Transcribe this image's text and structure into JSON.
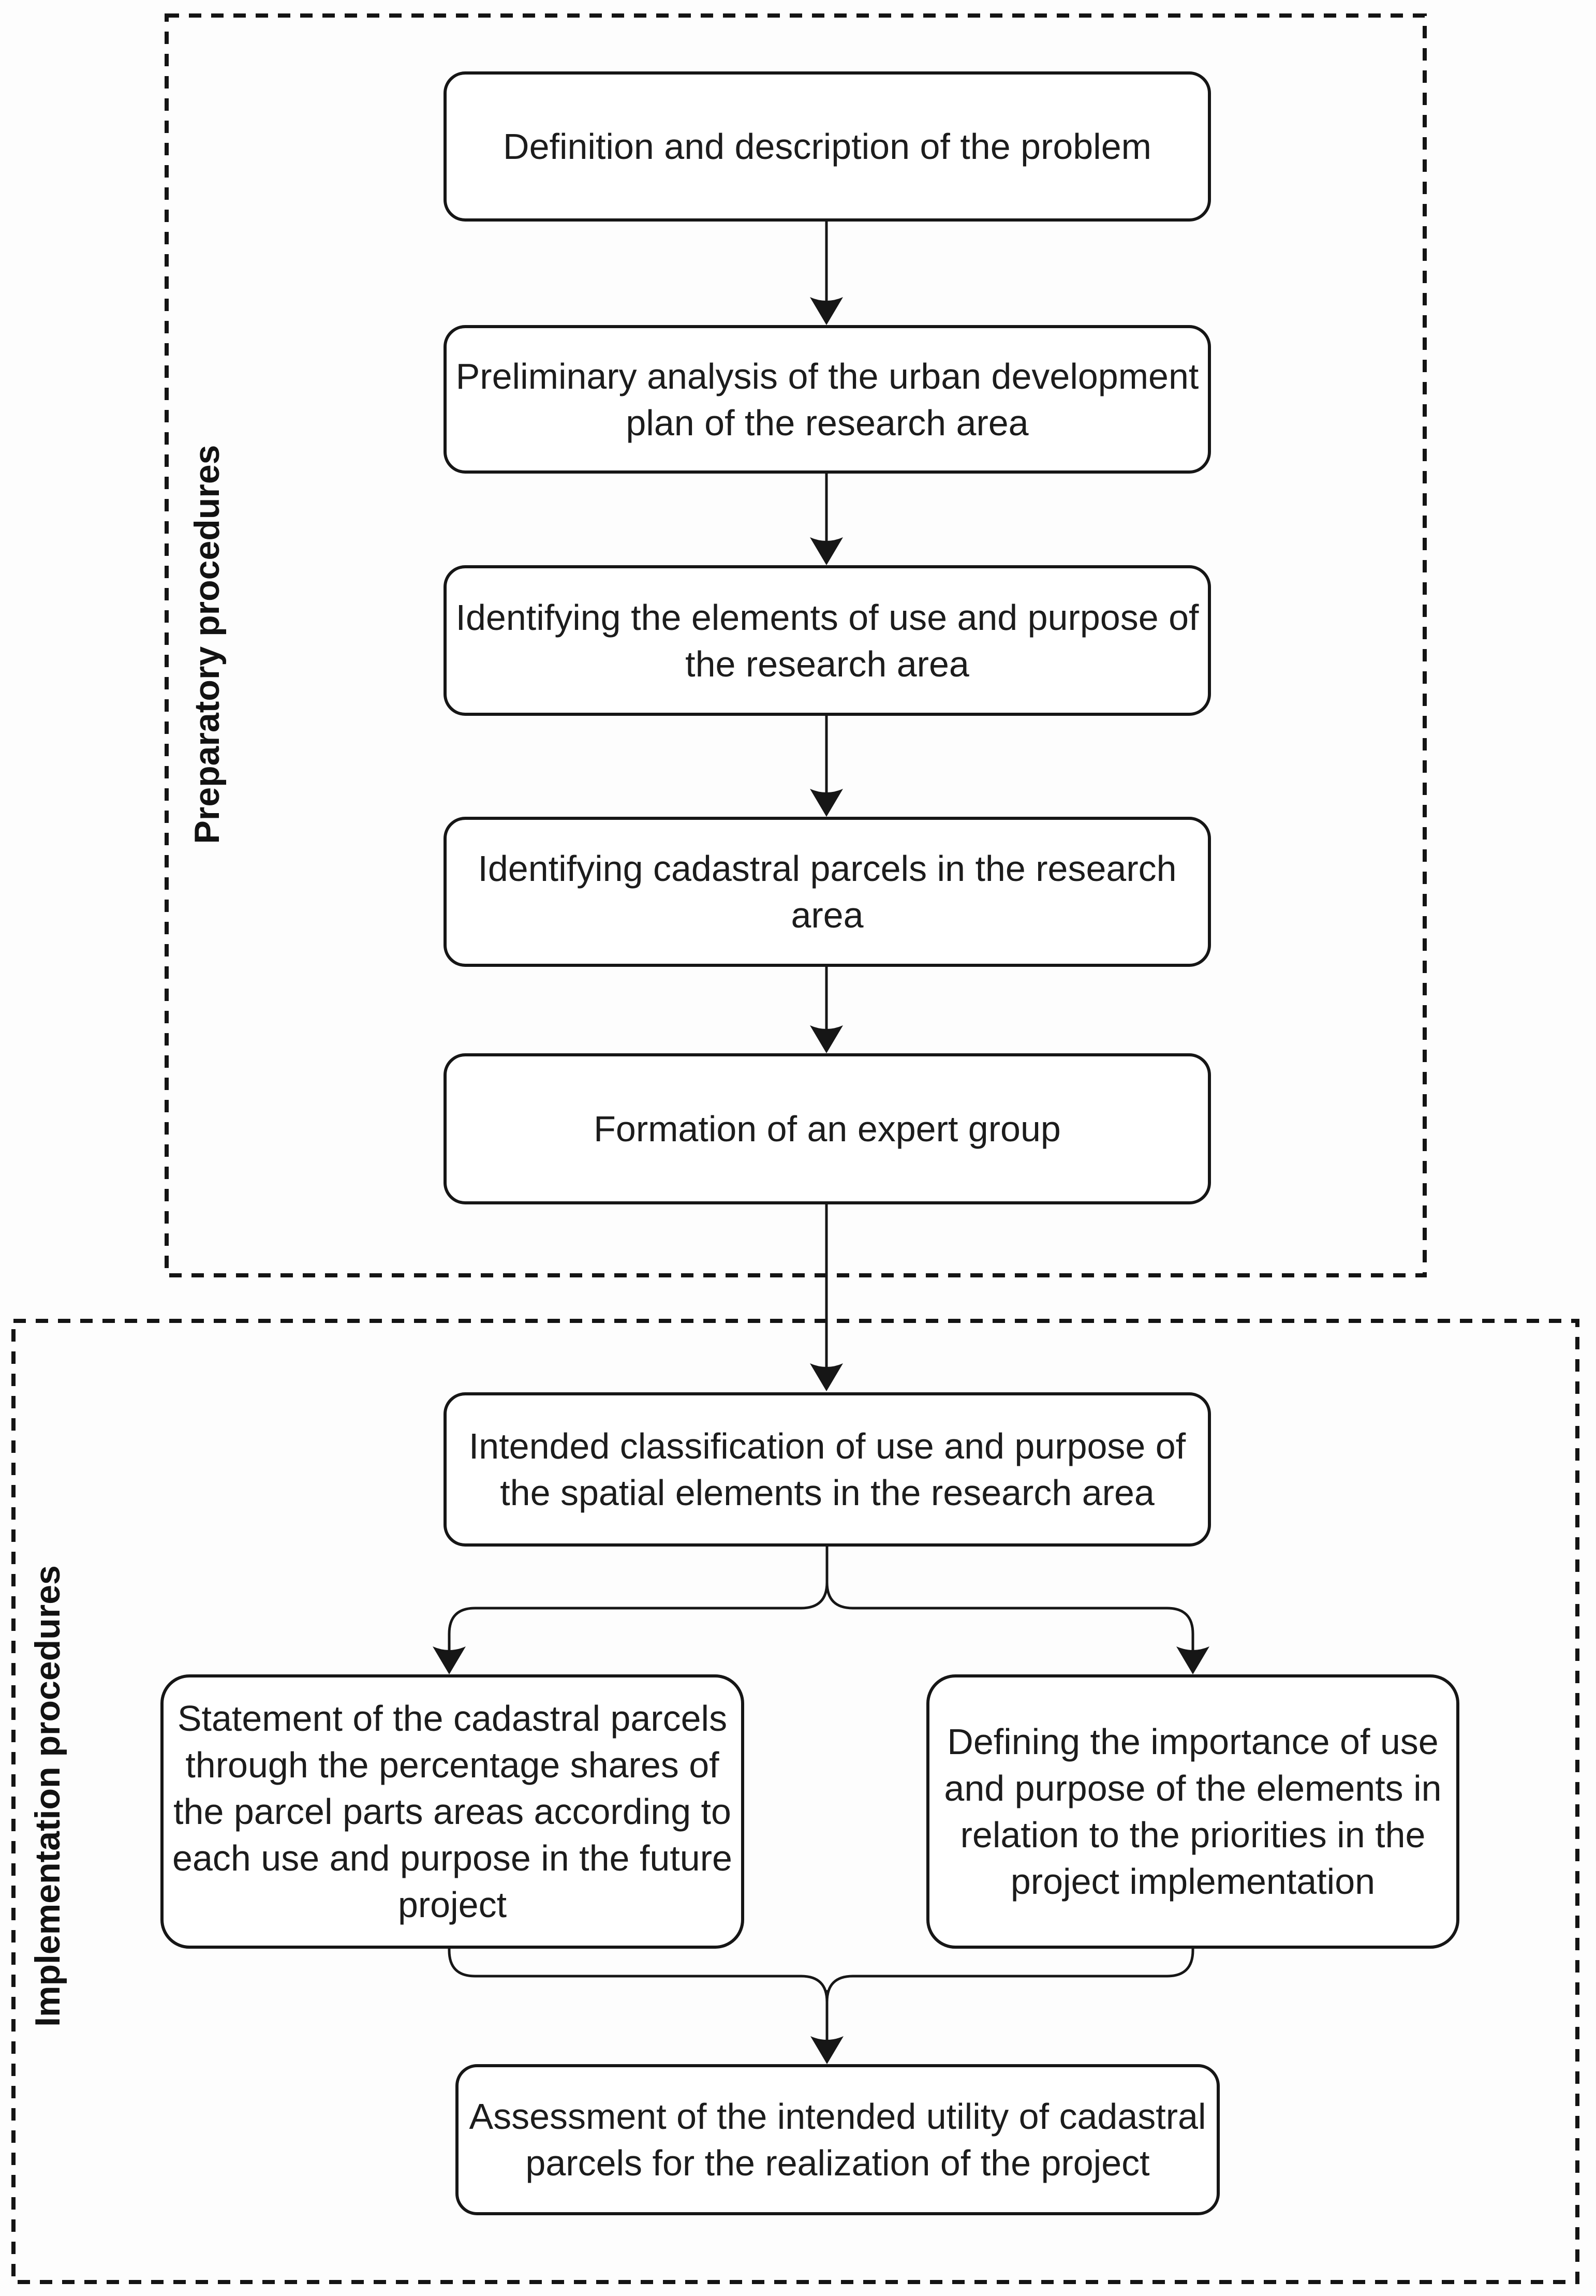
{
  "diagram": {
    "groups": [
      {
        "label": "Preparatory procedures"
      },
      {
        "label": "Implementation procedures"
      }
    ],
    "nodes": [
      {
        "id": "problem-definition",
        "group": "Preparatory procedures",
        "lines": [
          "Definition and description of the problem"
        ]
      },
      {
        "id": "preliminary-analysis",
        "group": "Preparatory procedures",
        "lines": [
          "Preliminary analysis of the urban development",
          "plan of the research area"
        ]
      },
      {
        "id": "identify-elements",
        "group": "Preparatory procedures",
        "lines": [
          "Identifying the elements of use and purpose of",
          "the research area"
        ]
      },
      {
        "id": "identify-parcels",
        "group": "Preparatory procedures",
        "lines": [
          "Identifying cadastral parcels in the research",
          "area"
        ]
      },
      {
        "id": "expert-group",
        "group": "Preparatory procedures",
        "lines": [
          "Formation of an expert group"
        ]
      },
      {
        "id": "intended-classification",
        "group": "Implementation procedures",
        "lines": [
          "Intended classification of use and purpose of",
          "the spatial elements in the research area"
        ]
      },
      {
        "id": "statement-parcels",
        "group": "Implementation procedures",
        "lines": [
          "Statement of the cadastral parcels",
          "through the percentage shares of",
          "the parcel parts areas according to",
          "each use and purpose in the future",
          "project"
        ]
      },
      {
        "id": "defining-importance",
        "group": "Implementation procedures",
        "lines": [
          "Defining the importance of use",
          "and purpose of the elements in",
          "relation to the priorities in the",
          "project implementation"
        ]
      },
      {
        "id": "assessment-utility",
        "group": "Implementation procedures",
        "lines": [
          "Assessment of the intended utility of cadastral",
          "parcels for the realization of the project"
        ]
      }
    ],
    "edges": [
      {
        "from": "problem-definition",
        "to": "preliminary-analysis"
      },
      {
        "from": "preliminary-analysis",
        "to": "identify-elements"
      },
      {
        "from": "identify-elements",
        "to": "identify-parcels"
      },
      {
        "from": "identify-parcels",
        "to": "expert-group"
      },
      {
        "from": "expert-group",
        "to": "intended-classification"
      },
      {
        "from": "intended-classification",
        "to": "statement-parcels"
      },
      {
        "from": "intended-classification",
        "to": "defining-importance"
      },
      {
        "from": "statement-parcels",
        "to": "assessment-utility"
      },
      {
        "from": "defining-importance",
        "to": "assessment-utility"
      }
    ],
    "colors": {
      "line": "#161616",
      "box_fill": "#ffffff",
      "background": "#fdfdfd",
      "text": "#1c1c1c"
    }
  }
}
